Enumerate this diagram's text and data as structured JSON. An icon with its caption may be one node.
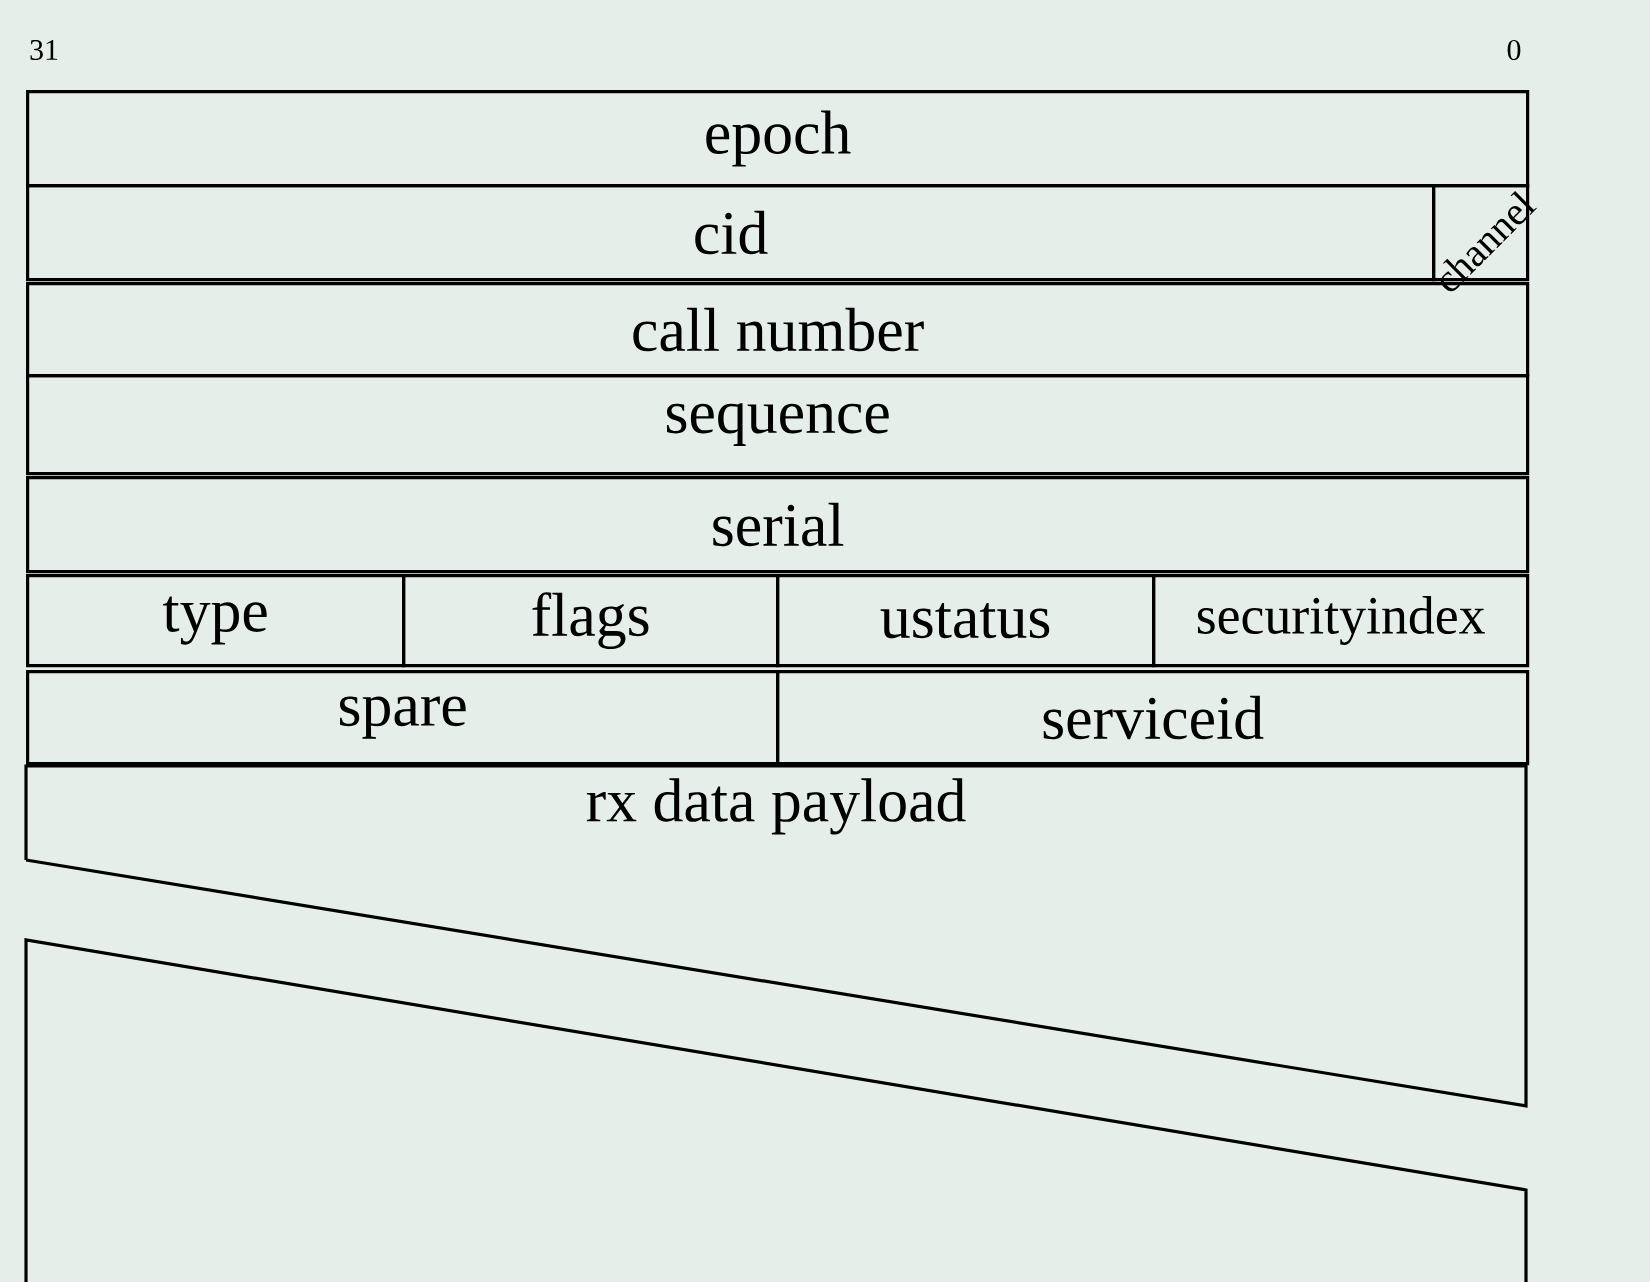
{
  "diagram": {
    "nodes": [
      {
        "text": [
          "epoch"
        ]
      },
      {
        "text": [
          "cid"
        ]
      },
      {
        "text": [
          "channel"
        ]
      },
      {
        "text": [
          "call number"
        ]
      },
      {
        "text": [
          "sequence"
        ]
      },
      {
        "text": [
          "serial"
        ]
      },
      {
        "text": [
          "type"
        ]
      },
      {
        "text": [
          "flags"
        ]
      },
      {
        "text": [
          "ustatus"
        ]
      },
      {
        "text": [
          "securityindex"
        ]
      },
      {
        "text": [
          "spare"
        ]
      },
      {
        "text": [
          "serviceid"
        ]
      },
      {
        "text": [
          "rx data payload"
        ]
      }
    ],
    "labels": [
      "31",
      "0"
    ]
  }
}
